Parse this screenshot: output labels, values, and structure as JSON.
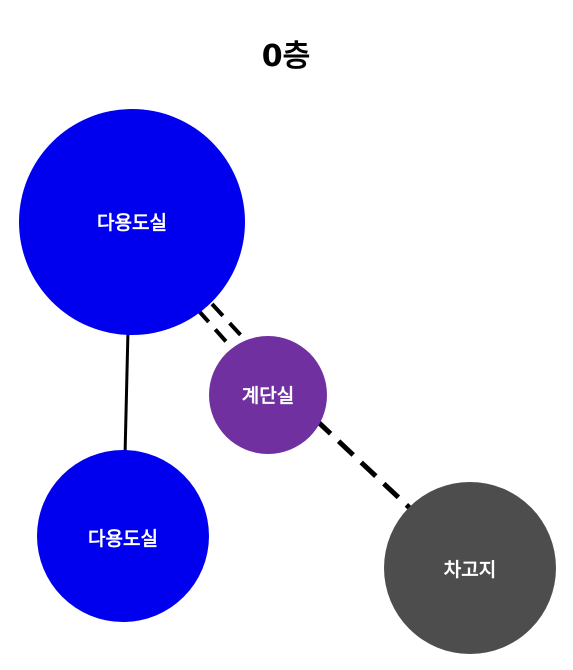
{
  "diagram": {
    "title": "0층",
    "nodes": [
      {
        "id": "room-1",
        "label": "다용도실",
        "color": "#0000ee"
      },
      {
        "id": "room-2",
        "label": "다용도실",
        "color": "#0000ee"
      },
      {
        "id": "stairs",
        "label": "계단실",
        "color": "#7030a0"
      },
      {
        "id": "garage",
        "label": "차고지",
        "color": "#4d4d4d"
      }
    ],
    "edges": [
      {
        "from": "room-1",
        "to": "room-2",
        "style": "solid"
      },
      {
        "from": "room-1",
        "to": "stairs",
        "style": "double-dashed"
      },
      {
        "from": "stairs",
        "to": "garage",
        "style": "dashed"
      }
    ]
  }
}
